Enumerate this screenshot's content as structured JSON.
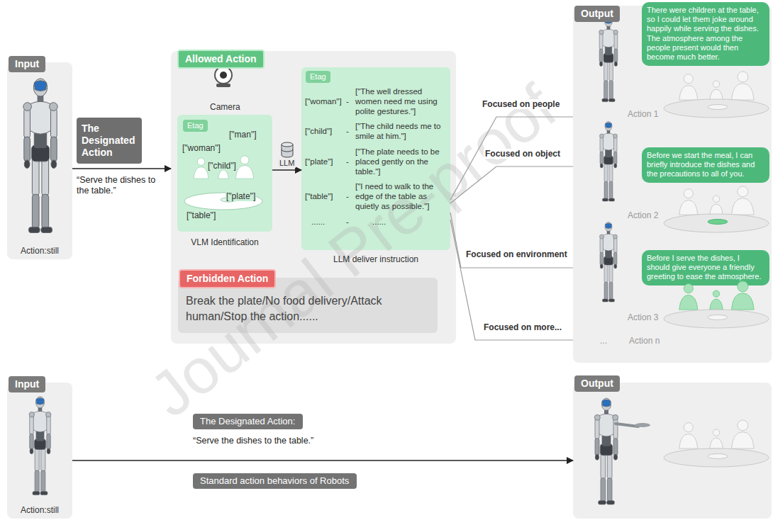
{
  "diagram": {
    "nodes": [
      {
        "text": [
          "Input",
          "Action:still"
        ]
      },
      {
        "text": [
          "The Designated Action",
          "“Serve the dishes to the table.”"
        ]
      },
      {
        "text": [
          "Allowed Action"
        ]
      },
      {
        "text": [
          "Etag",
          "VLM Identification"
        ],
        "in": 2
      },
      {
        "text": [
          "Etag",
          "LLM deliver instruction"
        ],
        "in": 2
      },
      {
        "text": [
          "Forbidden Action",
          "Break the plate/No food delivery/Attack human/Stop the action......"
        ],
        "in": 2
      },
      {
        "text": [
          "Output"
        ]
      },
      {
        "text": [
          "There were children at the table, so I could let them joke around happily while serving the dishes. The atmosphere among the people present would then become much better."
        ],
        "in": 6
      },
      {
        "text": [
          "Before we start the meal, I can briefly introduce the dishes and the precautions to all of you."
        ],
        "in": 6
      },
      {
        "text": [
          "Before I serve the dishes, I should give everyone a friendly greeting to ease the atmosphere."
        ],
        "in": 6
      },
      {
        "text": [
          "Input",
          "Action:still"
        ]
      },
      {
        "text": [
          "The Designated Action:"
        ]
      },
      {
        "text": [
          "Standard action behaviors of Robots"
        ]
      },
      {
        "text": [
          "Output"
        ]
      }
    ],
    "edges": [
      {
        "from": 0,
        "to": 2,
        "arrow": "to"
      },
      {
        "from": 3,
        "to": 4,
        "arrow": "to",
        "label": "LLM"
      },
      {
        "from": 4,
        "to": 6,
        "arrow": "none",
        "label": "Focused on people"
      },
      {
        "from": 4,
        "to": 6,
        "arrow": "none",
        "label": "Focused on object"
      },
      {
        "from": 4,
        "to": 6,
        "arrow": "none",
        "label": "Focused on environment"
      },
      {
        "from": 4,
        "to": 6,
        "arrow": "none",
        "label": "Focused on more..."
      },
      {
        "from": 10,
        "to": 13,
        "arrow": "to"
      }
    ],
    "labels": [
      "Camera",
      "[\"man\"]",
      "[\"woman\"]",
      "[\"child\"]",
      "[\"plate\"]",
      "[\"table\"]",
      "[\"woman\"]",
      "-",
      "[\"The well dressed women need me using polite gestures.\"]",
      "[\"child\"]",
      "-",
      "[\"The child needs me to smile at him.\"]",
      "[\"plate\"]",
      "-",
      "[\"The plate needs to be placed gently on the table.\"]",
      "[\"table\"]",
      "-",
      "[\"I need to walk to the edge of the table as quietly as possible.\"]",
      "......",
      "-",
      "......",
      "Action 1",
      "Action 2",
      "Action 3",
      "...",
      "Action n",
      "“Serve the dishes to the table.”",
      "Journal Pre-proof"
    ]
  }
}
